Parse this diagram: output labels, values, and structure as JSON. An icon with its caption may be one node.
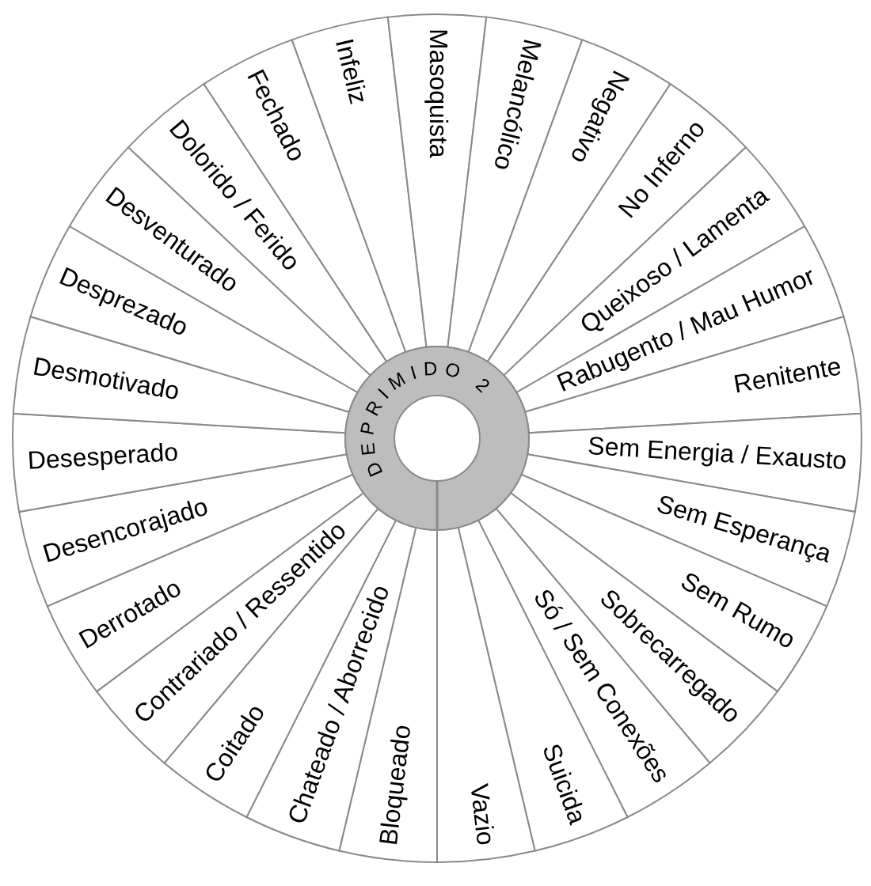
{
  "diagram": {
    "nodes": [
      {
        "text": [
          "DEPRIMIDO 2"
        ]
      },
      {
        "text": [
          "Bloqueado"
        ]
      },
      {
        "text": [
          "Chateado / Aborrecido"
        ]
      },
      {
        "text": [
          "Coitado"
        ]
      },
      {
        "text": [
          "Contrariado / Ressentido"
        ]
      },
      {
        "text": [
          "Derrotado"
        ]
      },
      {
        "text": [
          "Desencorajado"
        ]
      },
      {
        "text": [
          "Desesperado"
        ]
      },
      {
        "text": [
          "Desmotivado"
        ]
      },
      {
        "text": [
          "Desprezado"
        ]
      },
      {
        "text": [
          "Desventurado"
        ]
      },
      {
        "text": [
          "Dolorido / Ferido"
        ]
      },
      {
        "text": [
          "Fechado"
        ]
      },
      {
        "text": [
          "Infeliz"
        ]
      },
      {
        "text": [
          "Masoquista"
        ]
      },
      {
        "text": [
          "Melancólico"
        ]
      },
      {
        "text": [
          "Negativo"
        ]
      },
      {
        "text": [
          "No Inferno"
        ]
      },
      {
        "text": [
          "Queixoso / Lamenta"
        ]
      },
      {
        "text": [
          "Rabugento / Mau Humor"
        ]
      },
      {
        "text": [
          "Renitente"
        ]
      },
      {
        "text": [
          "Sem Energia / Exausto"
        ]
      },
      {
        "text": [
          "Sem Esperança"
        ]
      },
      {
        "text": [
          "Sem Rumo"
        ]
      },
      {
        "text": [
          "Sobrecarregado"
        ]
      },
      {
        "text": [
          "Só / Sem Conexões"
        ]
      },
      {
        "text": [
          "Suicida"
        ]
      },
      {
        "text": [
          "Vazio"
        ]
      }
    ]
  }
}
